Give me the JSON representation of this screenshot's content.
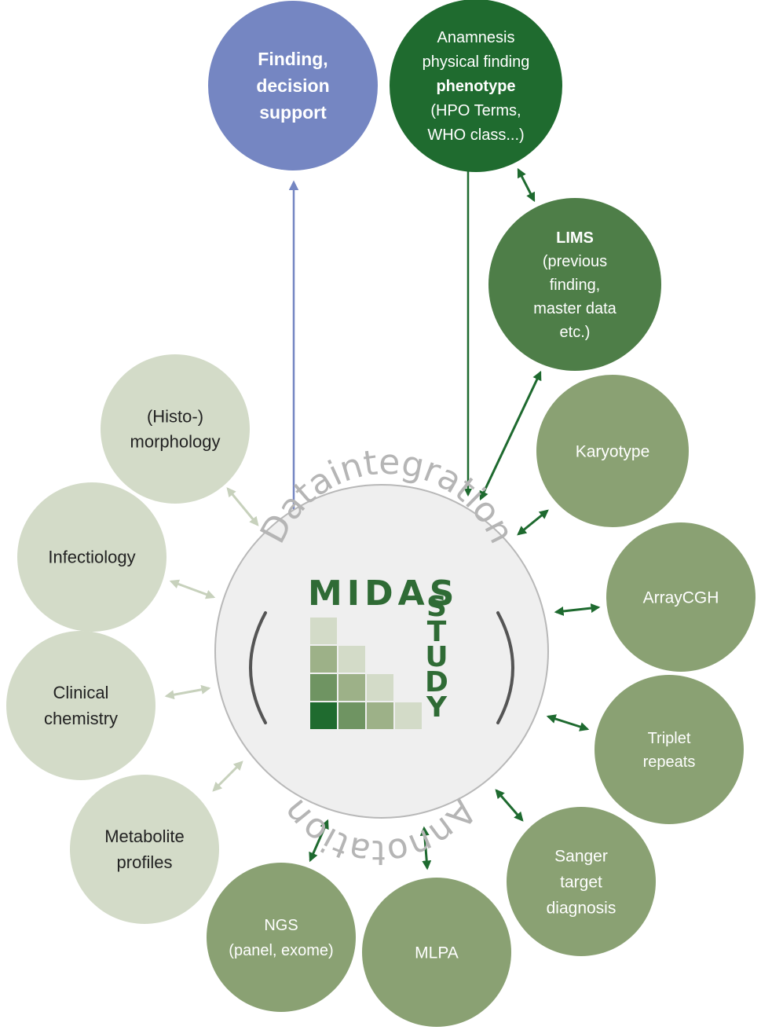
{
  "center": {
    "arc_top": "Dataintegration",
    "arc_bottom": "Annotation",
    "logo_word": "MIDAS",
    "logo_vertical": "STUDY"
  },
  "nodes": [
    {
      "id": "finding",
      "lines": [
        {
          "t": "Finding,",
          "b": true
        },
        {
          "t": "decision",
          "b": true
        },
        {
          "t": "support",
          "b": true
        }
      ],
      "fill": "#7586c2",
      "color": "#ffffff"
    },
    {
      "id": "phenotype",
      "lines": [
        {
          "t": "Anamnesis"
        },
        {
          "t": "physical finding"
        },
        {
          "t": "phenotype",
          "b": true
        },
        {
          "t": "(HPO Terms,"
        },
        {
          "t": "WHO class...)"
        }
      ],
      "fill": "#1f6b2f",
      "color": "#ffffff"
    },
    {
      "id": "lims",
      "lines": [
        {
          "t": "LIMS",
          "b": true
        },
        {
          "t": "(previous"
        },
        {
          "t": "finding,"
        },
        {
          "t": "master data"
        },
        {
          "t": "etc.)"
        }
      ],
      "fill": "#4e7e48",
      "color": "#ffffff"
    },
    {
      "id": "karyotype",
      "lines": [
        {
          "t": "Karyotype"
        }
      ],
      "fill": "#8aa173",
      "color": "#ffffff"
    },
    {
      "id": "arraycgh",
      "lines": [
        {
          "t": "ArrayCGH"
        }
      ],
      "fill": "#8aa173",
      "color": "#ffffff"
    },
    {
      "id": "triplet",
      "lines": [
        {
          "t": "Triplet"
        },
        {
          "t": "repeats"
        }
      ],
      "fill": "#8aa173",
      "color": "#ffffff"
    },
    {
      "id": "sanger",
      "lines": [
        {
          "t": "Sanger"
        },
        {
          "t": "target"
        },
        {
          "t": "diagnosis"
        }
      ],
      "fill": "#8aa173",
      "color": "#ffffff"
    },
    {
      "id": "mlpa",
      "lines": [
        {
          "t": "MLPA"
        }
      ],
      "fill": "#8aa173",
      "color": "#ffffff"
    },
    {
      "id": "ngs",
      "lines": [
        {
          "t": "NGS"
        },
        {
          "t": "(panel, exome)"
        }
      ],
      "fill": "#8aa173",
      "color": "#ffffff"
    },
    {
      "id": "metabolite",
      "lines": [
        {
          "t": "Metabolite"
        },
        {
          "t": "profiles"
        }
      ],
      "fill": "#d3dbc8",
      "color": "#222222"
    },
    {
      "id": "clinical",
      "lines": [
        {
          "t": "Clinical"
        },
        {
          "t": "chemistry"
        }
      ],
      "fill": "#d3dbc8",
      "color": "#222222"
    },
    {
      "id": "infectiology",
      "lines": [
        {
          "t": "Infectiology"
        }
      ],
      "fill": "#d3dbc8",
      "color": "#222222"
    },
    {
      "id": "histo",
      "lines": [
        {
          "t": "(Histo-)"
        },
        {
          "t": "morphology"
        }
      ],
      "fill": "#d3dbc8",
      "color": "#222222"
    }
  ],
  "colors": {
    "center_fill": "#efefef",
    "center_stroke": "#b8b8b8",
    "dark_arrow": "#1e6a2f",
    "light_arrow": "#c7d1bc",
    "blue_arrow": "#7586c2",
    "logo_squares": [
      "#d3dbc8",
      "#9db188",
      "#6f9462",
      "#1f6b2f"
    ]
  }
}
